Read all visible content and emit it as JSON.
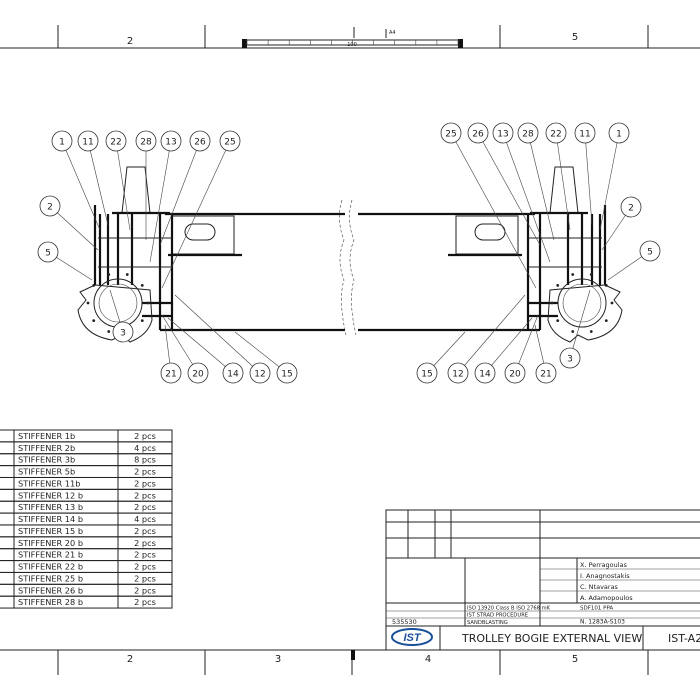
{
  "frame": {
    "top_zones": [
      "2",
      "5"
    ],
    "bottom_zones": [
      "2",
      "3",
      "4",
      "5"
    ],
    "scale_bar_label": "100",
    "scale_bar_note": "A4"
  },
  "drawing": {
    "left_balloons": [
      "1",
      "11",
      "22",
      "28",
      "13",
      "26",
      "25",
      "2",
      "5",
      "3",
      "21",
      "20",
      "14",
      "12",
      "15"
    ],
    "right_balloons": [
      "25",
      "26",
      "13",
      "28",
      "22",
      "11",
      "1",
      "2",
      "5",
      "3",
      "15",
      "12",
      "14",
      "20",
      "21"
    ]
  },
  "parts_table": {
    "rows": [
      {
        "name": "STIFFENER  1b",
        "qty": "2 pcs"
      },
      {
        "name": "STIFFENER  2b",
        "qty": "4 pcs"
      },
      {
        "name": "STIFFENER  3b",
        "qty": "8 pcs"
      },
      {
        "name": "STIFFENER  5b",
        "qty": "2 pcs"
      },
      {
        "name": "STIFFENER  11b",
        "qty": "2 pcs"
      },
      {
        "name": "STIFFENER  12 b",
        "qty": "2 pcs"
      },
      {
        "name": "STIFFENER  13 b",
        "qty": "2 pcs"
      },
      {
        "name": "STIFFENER  14 b",
        "qty": "4 pcs"
      },
      {
        "name": "STIFFENER  15 b",
        "qty": "2 pcs"
      },
      {
        "name": "STIFFENER  20 b",
        "qty": "2 pcs"
      },
      {
        "name": "STIFFENER  21 b",
        "qty": "2 pcs"
      },
      {
        "name": "STIFFENER  22 b",
        "qty": "2 pcs"
      },
      {
        "name": "STIFFENER  25 b",
        "qty": "2 pcs"
      },
      {
        "name": "STIFFENER  26 b",
        "qty": "2 pcs"
      },
      {
        "name": "STIFFENER  28 b",
        "qty": "2 pcs"
      }
    ]
  },
  "title_block": {
    "names": [
      "X. Perragoulas",
      "I. Anagnostakis",
      "C. Ntavaras",
      "A. Adamopoulos"
    ],
    "material": "SDF101 PPA",
    "tolerance": "ISO 13920 Class B ISO 2768 mK",
    "procedure": "IST STRAD PROCEDURE",
    "treatment": "SANDBLASTING",
    "drawing_number": "N. 1283A-S103",
    "weight": "535530",
    "logo_text": "IST",
    "title": "TROLLEY  BOGIE EXTERNAL VIEW",
    "sheet_id": "IST-A2"
  }
}
